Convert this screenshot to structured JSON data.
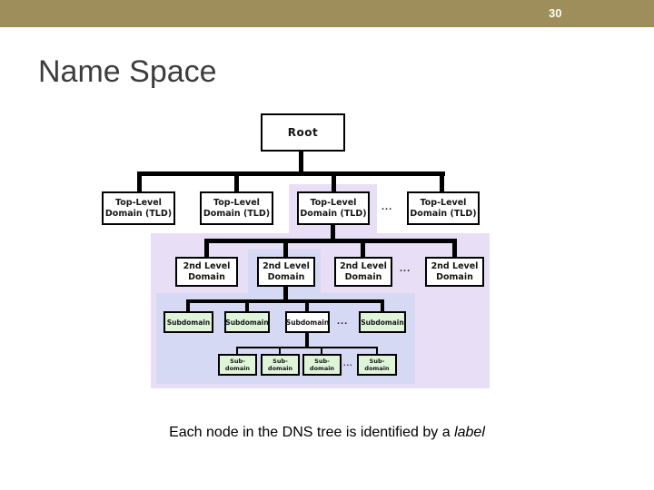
{
  "header": {
    "page_number": "30"
  },
  "title": "Name Space",
  "caption": {
    "text": "Each node in the DNS tree is identified by a ",
    "emphasis": "label"
  },
  "colors": {
    "header_bar": "#9e8e5c",
    "page_number_text": "#fdfdee",
    "title_text": "#3d3d3d",
    "lavender": "#e8def5",
    "periwinkle": "#d6d9f3",
    "node_green": "#dff5da"
  },
  "tree": {
    "ellipsis": "...",
    "root": {
      "label": "Root"
    },
    "tld_nodes": [
      {
        "label": "Top-Level\nDomain (TLD)"
      },
      {
        "label": "Top-Level\nDomain (TLD)"
      },
      {
        "label": "Top-Level\nDomain (TLD)"
      },
      {
        "label": "Top-Level\nDomain (TLD)"
      }
    ],
    "second_level_nodes": [
      {
        "label": "2nd Level\nDomain"
      },
      {
        "label": "2nd Level\nDomain"
      },
      {
        "label": "2nd Level\nDomain"
      },
      {
        "label": "2nd Level\nDomain"
      }
    ],
    "subdomain_nodes": [
      {
        "label": "Subdomain"
      },
      {
        "label": "Subdomain"
      },
      {
        "label": "Subdomain"
      },
      {
        "label": "Subdomain"
      }
    ],
    "sub_subdomain_nodes": [
      {
        "label": "Sub-\ndomain"
      },
      {
        "label": "Sub-\ndomain"
      },
      {
        "label": "Sub-\ndomain"
      },
      {
        "label": "Sub-\ndomain"
      }
    ]
  }
}
